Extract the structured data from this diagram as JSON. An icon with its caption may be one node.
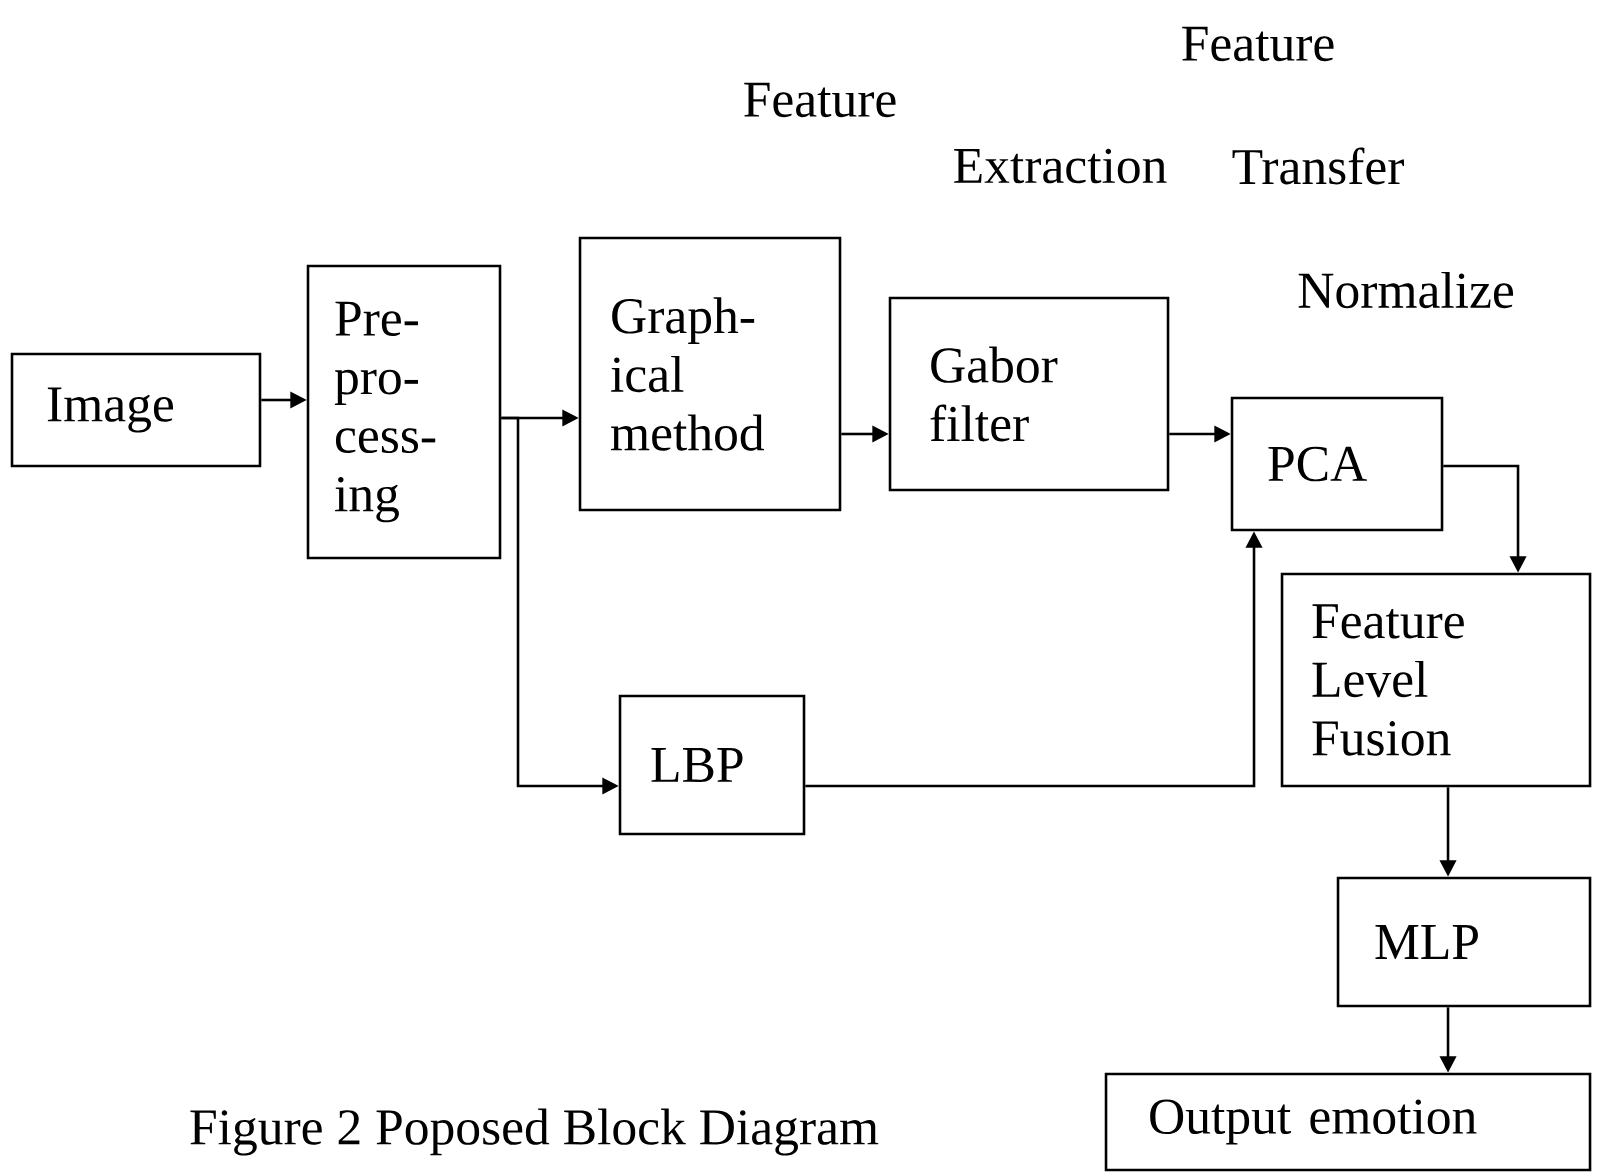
{
  "diagram": {
    "caption": "Figure 2 Poposed Block Diagram",
    "nodes": [
      {
        "text": [
          "Image"
        ]
      },
      {
        "text": [
          "Pre- pro- cess- ing"
        ]
      },
      {
        "text": [
          "Graph- ical method"
        ]
      },
      {
        "text": [
          "Gabor filter"
        ]
      },
      {
        "text": [
          "PCA"
        ]
      },
      {
        "text": [
          "LBP"
        ]
      },
      {
        "text": [
          "Feature Level Fusion"
        ]
      },
      {
        "text": [
          "MLP"
        ]
      },
      {
        "text": [
          "Output emotion"
        ]
      }
    ],
    "edges": [
      {
        "from": 0,
        "to": 1,
        "arrow": "to"
      },
      {
        "from": 1,
        "to": 2,
        "arrow": "to"
      },
      {
        "from": 1,
        "to": 5,
        "arrow": "to"
      },
      {
        "from": 2,
        "to": 3,
        "arrow": "to"
      },
      {
        "from": 3,
        "to": 4,
        "arrow": "to"
      },
      {
        "from": 5,
        "to": 4,
        "arrow": "to"
      },
      {
        "from": 4,
        "to": 6,
        "arrow": "to"
      },
      {
        "from": 6,
        "to": 7,
        "arrow": "to"
      },
      {
        "from": 7,
        "to": 8,
        "arrow": "to"
      }
    ],
    "labels": [
      "Feature",
      "Feature",
      "Extraction",
      "Transfer",
      "Normalize"
    ]
  }
}
